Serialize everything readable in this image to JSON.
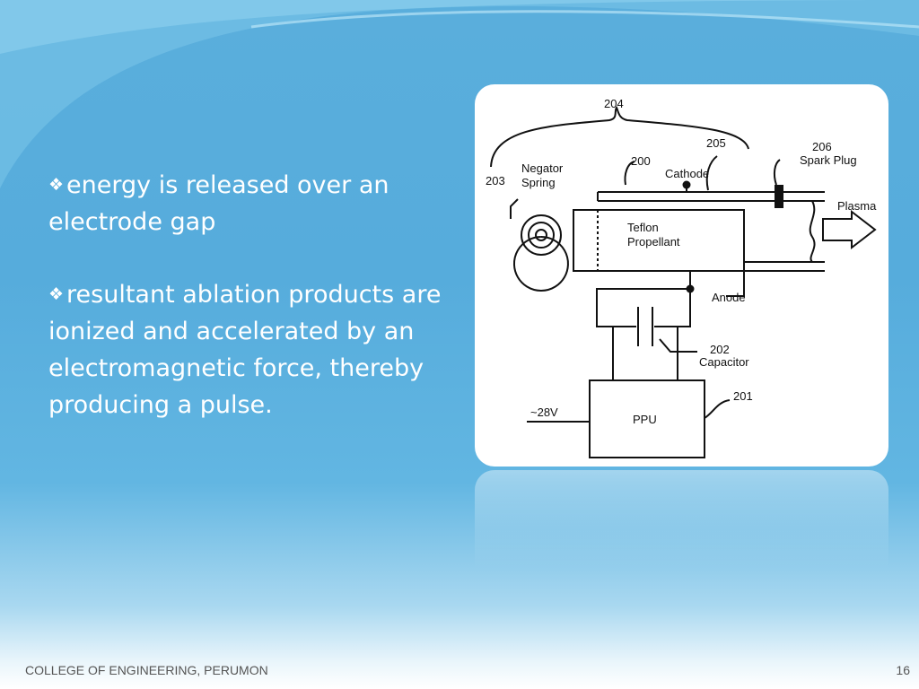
{
  "bullets": [
    {
      "glyph": "❖",
      "text": "energy is released over an electrode gap"
    },
    {
      "glyph": "❖",
      "text": "resultant ablation products are ionized and accelerated by an electromagnetic force,  thereby producing a pulse."
    }
  ],
  "diagram": {
    "labels": {
      "n204": "204",
      "n205": "205",
      "n206": "206",
      "spark_plug": "Spark Plug",
      "n200": "200",
      "cathode": "Cathode",
      "n203": "203",
      "negator": "Negator",
      "spring": "Spring",
      "plasma": "Plasma",
      "teflon": "Teflon",
      "propellant": "Propellant",
      "anode": "Anode",
      "n202": "202",
      "capacitor": "Capacitor",
      "n201": "201",
      "v28": "~28V",
      "ppu": "PPU"
    }
  },
  "footer": {
    "college": "COLLEGE OF ENGINEERING, PERUMON",
    "page_number": "16"
  }
}
